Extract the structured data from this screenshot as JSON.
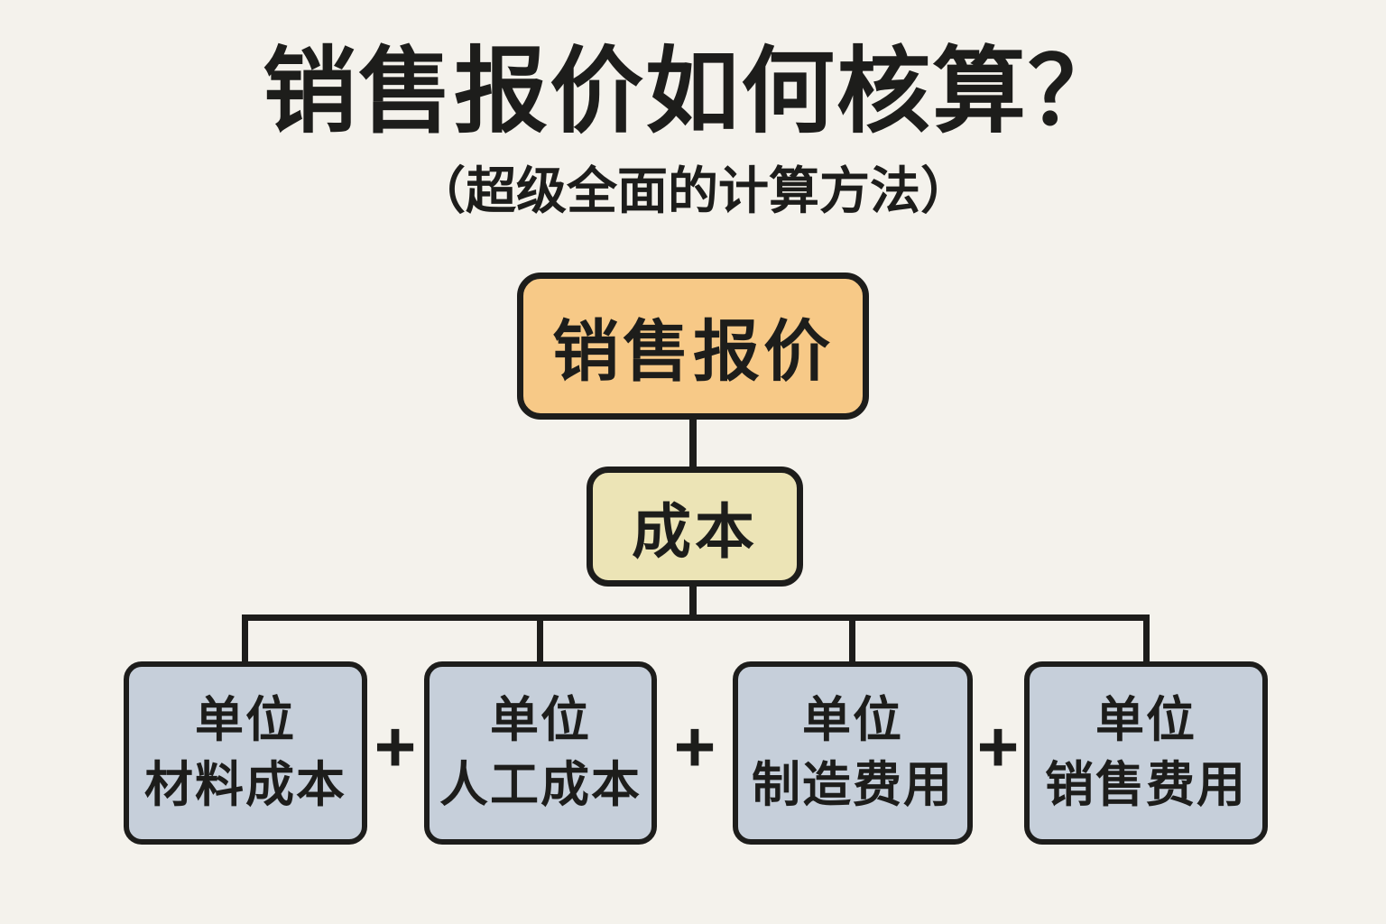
{
  "title": "销售报价如何核算？",
  "subtitle": "（超级全面的计算方法）",
  "diagram": {
    "root": {
      "label": "销售报价"
    },
    "cost": {
      "label": "成本"
    },
    "operator": "+",
    "leaves": [
      {
        "line1": "单位",
        "line2": "材料成本"
      },
      {
        "line1": "单位",
        "line2": "人工成本"
      },
      {
        "line1": "单位",
        "line2": "制造费用"
      },
      {
        "line1": "单位",
        "line2": "销售费用"
      }
    ]
  },
  "colors": {
    "background": "#f4f2ec",
    "ink": "#1d1d1b",
    "quote_fill": "#f7c987",
    "cost_fill": "#ece4b6",
    "leaf_fill": "#c6cfda"
  }
}
